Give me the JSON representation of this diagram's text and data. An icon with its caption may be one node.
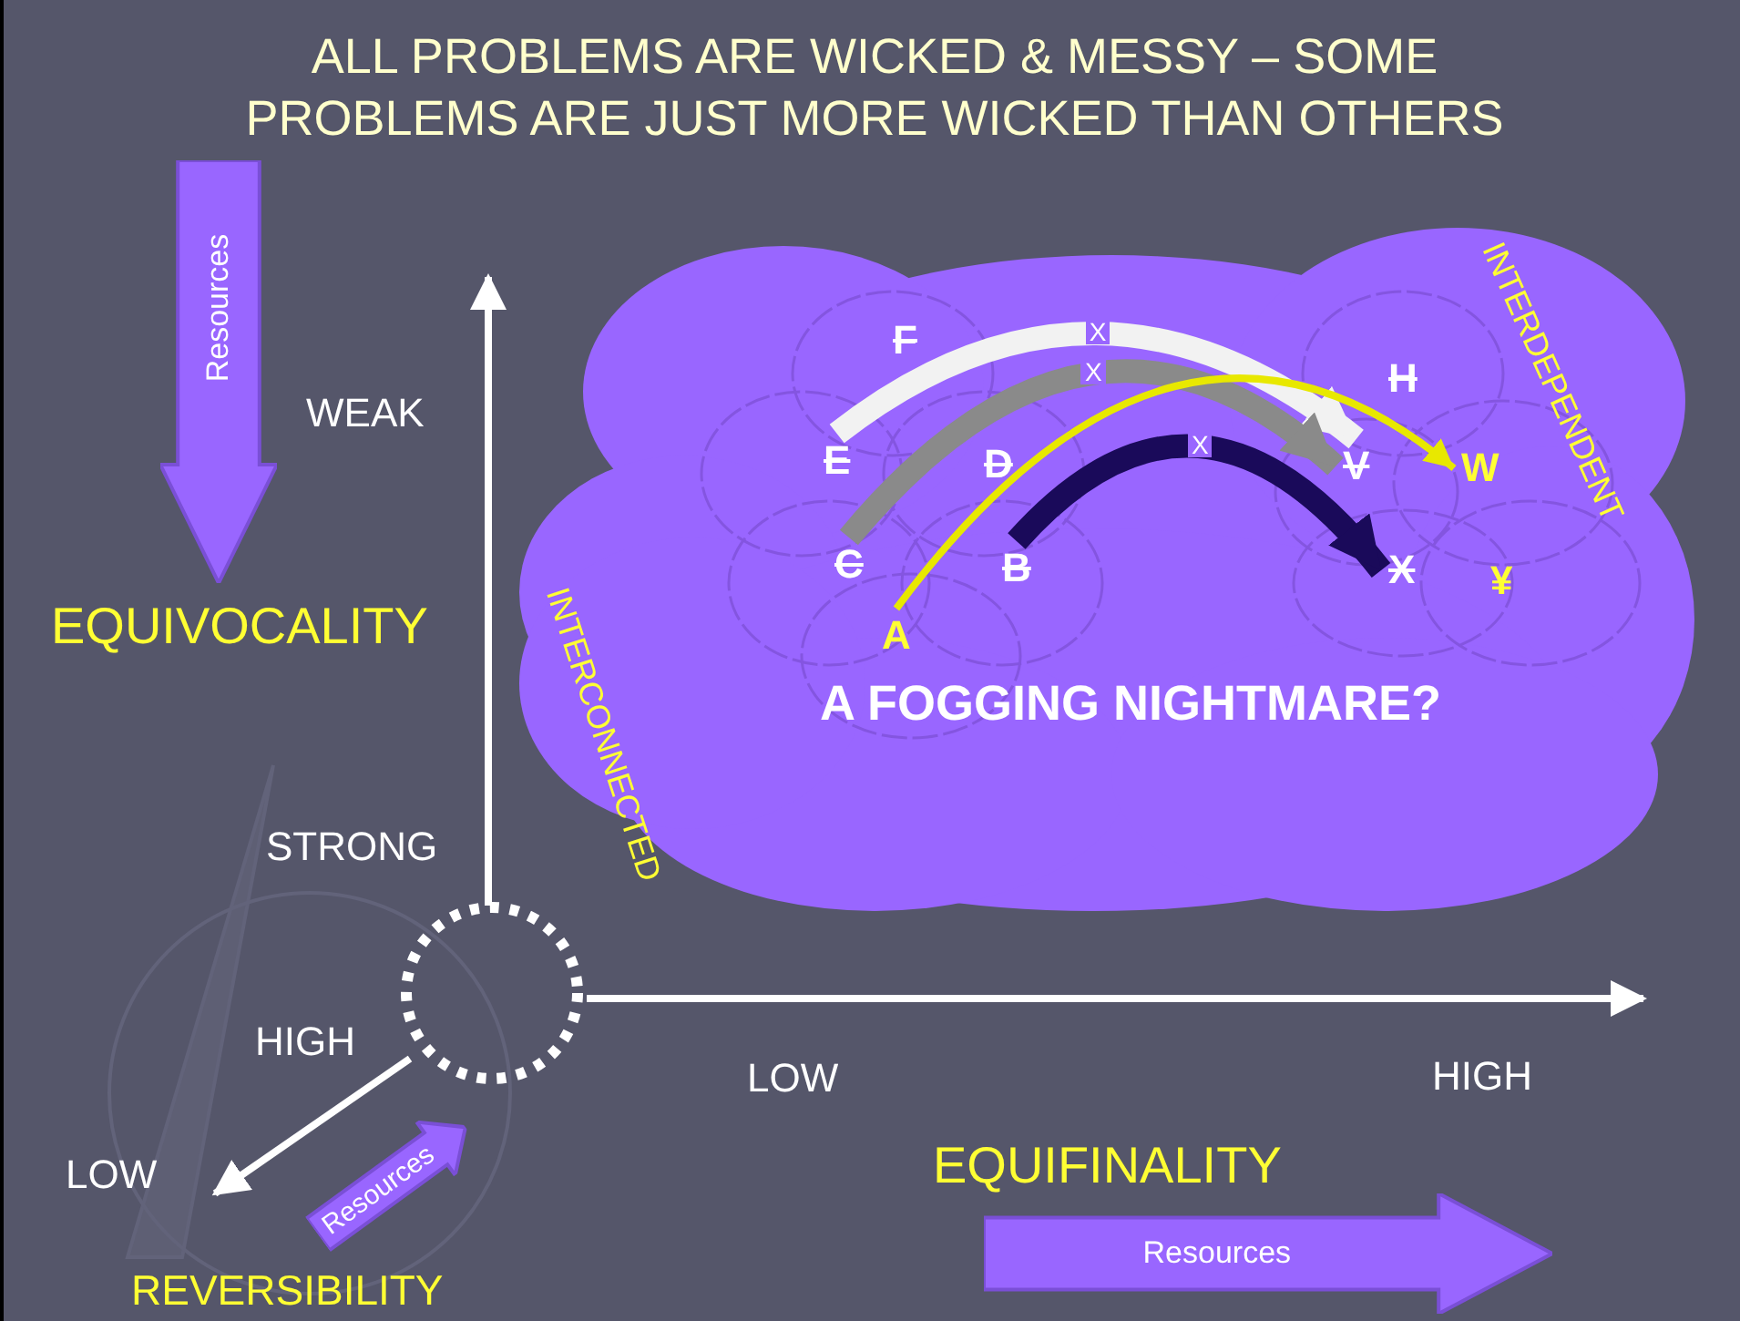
{
  "diagram": {
    "title": "ALL PROBLEMS ARE WICKED & MESSY – SOME PROBLEMS ARE JUST MORE WICKED THAN OTHERS",
    "nodes": [
      {
        "text": [
          "INTERCONNECTED",
          "INTERDEPENDENT",
          "A FOGGING NIGHTMARE?"
        ]
      },
      {
        "text": [
          "F"
        ],
        "in": 0
      },
      {
        "text": [
          "E"
        ],
        "in": 0
      },
      {
        "text": [
          "D"
        ],
        "in": 0
      },
      {
        "text": [
          "C"
        ],
        "in": 0
      },
      {
        "text": [
          "B"
        ],
        "in": 0
      },
      {
        "text": [
          "A"
        ],
        "in": 0
      },
      {
        "text": [
          "H"
        ],
        "in": 0
      },
      {
        "text": [
          "V"
        ],
        "in": 0
      },
      {
        "text": [
          "W"
        ],
        "in": 0
      },
      {
        "text": [
          "X"
        ],
        "in": 0
      },
      {
        "text": [
          "¥"
        ],
        "in": 0
      },
      {
        "text": [
          "Resources"
        ]
      },
      {
        "text": [
          "Resources"
        ]
      },
      {
        "text": [
          "Resources"
        ]
      },
      {
        "text": [],
        "shape": "circle"
      }
    ],
    "edges": [
      {
        "from": 2,
        "to": 8,
        "arrow": "to",
        "label": "X",
        "color": "#f2f2f2"
      },
      {
        "from": 4,
        "to": 8,
        "arrow": "to",
        "label": "X",
        "color": "#8a8a8a"
      },
      {
        "from": 6,
        "to": 9,
        "arrow": "to",
        "color": "#e8e800"
      },
      {
        "from": 5,
        "to": 10,
        "arrow": "to",
        "label": "X",
        "color": "#1a0a5a"
      }
    ],
    "labels": [
      "WEAK",
      "EQUIVOCALITY",
      "STRONG",
      "HIGH",
      "LOW",
      "REVERSIBILITY",
      "LOW",
      "HIGH",
      "EQUIFINALITY"
    ]
  }
}
